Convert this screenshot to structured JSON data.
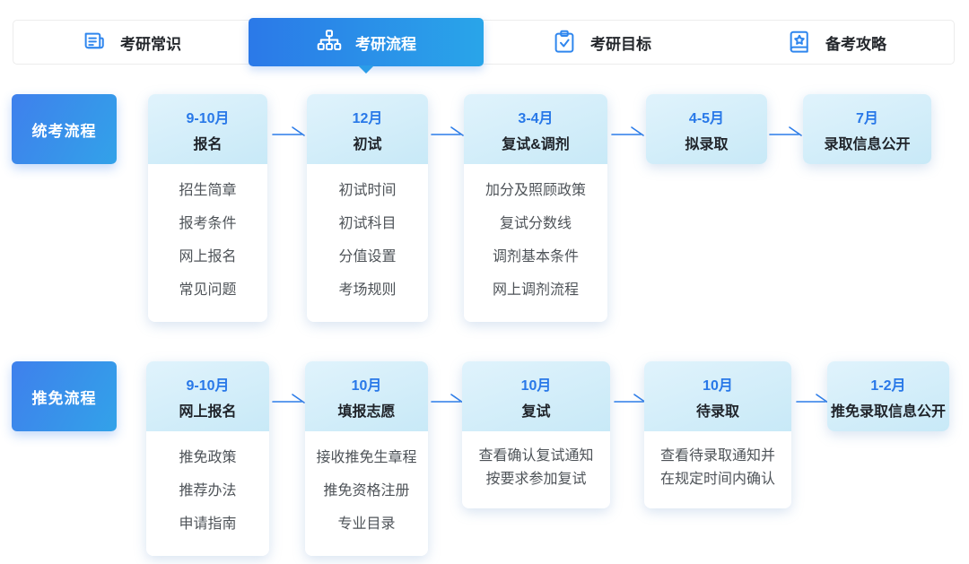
{
  "tabs": [
    {
      "label": "考研常识",
      "icon": "news-icon",
      "active": false
    },
    {
      "label": "考研流程",
      "icon": "sitemap-icon",
      "active": true
    },
    {
      "label": "考研目标",
      "icon": "clipboard-check-icon",
      "active": false
    },
    {
      "label": "备考攻略",
      "icon": "book-star-icon",
      "active": false
    }
  ],
  "colors": {
    "accent_blue": "#2b7ce9",
    "active_tab_gradient_start": "#2b79e8",
    "active_tab_gradient_end": "#29a5e9",
    "row_label_gradient_start": "#3f80ec",
    "row_label_gradient_end": "#32a2e9",
    "card_header_bg_start": "#e0f3fc",
    "card_header_bg_end": "#c8e9f7",
    "month_text": "#2878e8",
    "title_text": "#1f2329",
    "item_text": "#4e5358"
  },
  "rows": [
    {
      "label": "统考流程",
      "cards": [
        {
          "month": "9-10月",
          "title": "报名",
          "items": [
            "招生简章",
            "报考条件",
            "网上报名",
            "常见问题"
          ]
        },
        {
          "month": "12月",
          "title": "初试",
          "items": [
            "初试时间",
            "初试科目",
            "分值设置",
            "考场规则"
          ]
        },
        {
          "month": "3-4月",
          "title": "复试&调剂",
          "items": [
            "加分及照顾政策",
            "复试分数线",
            "调剂基本条件",
            "网上调剂流程"
          ]
        },
        {
          "month": "4-5月",
          "title": "拟录取",
          "items": []
        },
        {
          "month": "7月",
          "title": "录取信息公开",
          "items": []
        }
      ]
    },
    {
      "label": "推免流程",
      "cards": [
        {
          "month": "9-10月",
          "title": "网上报名",
          "items": [
            "推免政策",
            "推荐办法",
            "申请指南"
          ]
        },
        {
          "month": "10月",
          "title": "填报志愿",
          "items": [
            "接收推免生章程",
            "推免资格注册",
            "专业目录"
          ]
        },
        {
          "month": "10月",
          "title": "复试",
          "items": [
            "查看确认复试通知",
            "按要求参加复试"
          ]
        },
        {
          "month": "10月",
          "title": "待录取",
          "items": [
            "查看待录取通知并",
            "在规定时间内确认"
          ]
        },
        {
          "month": "1-2月",
          "title": "推免录取信息公开",
          "items": []
        }
      ]
    }
  ]
}
